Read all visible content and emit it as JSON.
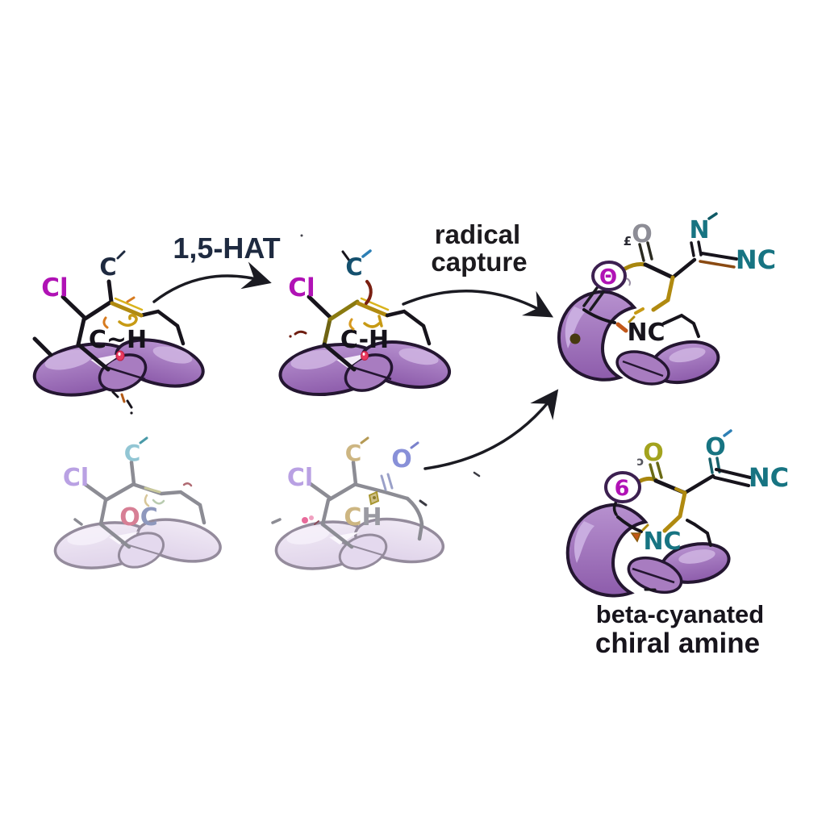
{
  "labels": {
    "hat": "1,5-HAT",
    "radical_line1": "radical",
    "radical_line2": "capture",
    "caption_line1": "beta-cyanated",
    "caption_line2": "chiral amine"
  },
  "substrate": {
    "cl": "Cl",
    "c": "C",
    "ch": "C~H"
  },
  "hat_product": {
    "cl": "Cl",
    "c": "C",
    "ch": "C-H"
  },
  "captured_product": {
    "ring_atom": "Θ",
    "o": "O",
    "o_mark": "£",
    "n": "N",
    "nc_right": "NC",
    "nc_ring": "NC"
  },
  "ghost_substrate": {
    "cl": "Cl",
    "c": "C",
    "o": "O",
    "c2": "C"
  },
  "ghost_intermediate": {
    "cl": "Cl",
    "c": "C",
    "o": "O",
    "c2": "C",
    "h": "H"
  },
  "final_product": {
    "ring_atom": "6",
    "o": "O",
    "o_mark": "ɔ",
    "o_top": "O",
    "nc_right": "NC",
    "nc_ring": "NC"
  },
  "colors": {
    "magenta": "#b012b5",
    "navy": "#1e2a40",
    "teal": "#177482",
    "teal_dark": "#0f5a66",
    "gold": "#b08a10",
    "olive_o": "#a3a31e",
    "gray_o": "#8d8d96",
    "black_ink": "#17141c",
    "red_dot": "#e73a5e",
    "dark_red": "#7a2012",
    "orange": "#d77b1f",
    "purple_blob": "#9a6cb8",
    "purple_outline": "#241631",
    "ghost_fill": "#eae1f1",
    "ghost_stroke": "#948b9c",
    "lavender": "#b9a1e3",
    "ghost_cyan": "#92c6d4",
    "ghost_tan": "#cdb682",
    "periwinkle": "#8890d8",
    "pink_o": "#d77f95",
    "steel_tick": "#2d7fb5"
  }
}
